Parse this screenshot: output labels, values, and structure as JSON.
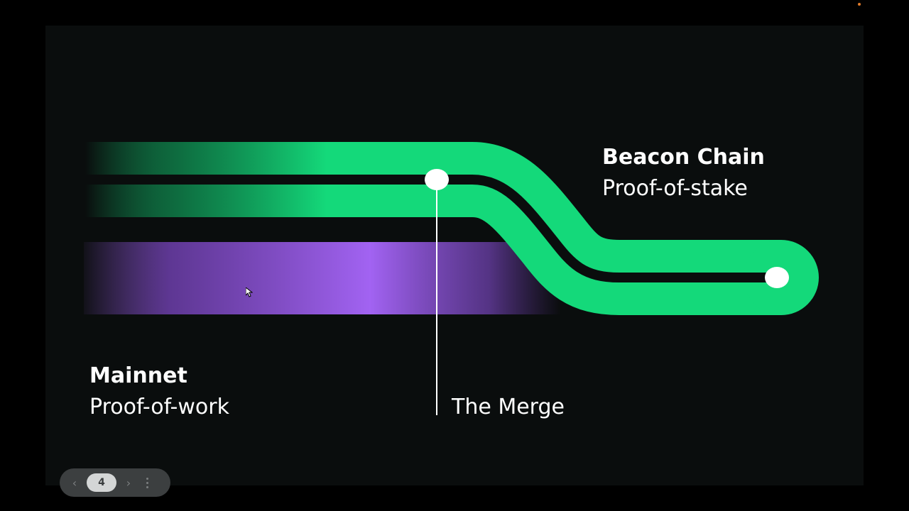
{
  "slide": {
    "beacon_chain": {
      "title": "Beacon Chain",
      "subtitle": "Proof-of-stake"
    },
    "mainnet": {
      "title": "Mainnet",
      "subtitle": "Proof-of-work"
    },
    "merge_label": "The Merge"
  },
  "nav": {
    "prev_icon": "chevron-left-icon",
    "next_icon": "chevron-right-icon",
    "menu_icon": "more-vertical-icon",
    "page": "4"
  },
  "colors": {
    "background": "#0a0d0d",
    "beacon_green": "#14d97a",
    "mainnet_purple": "#a263f2",
    "marker": "#ffffff"
  }
}
